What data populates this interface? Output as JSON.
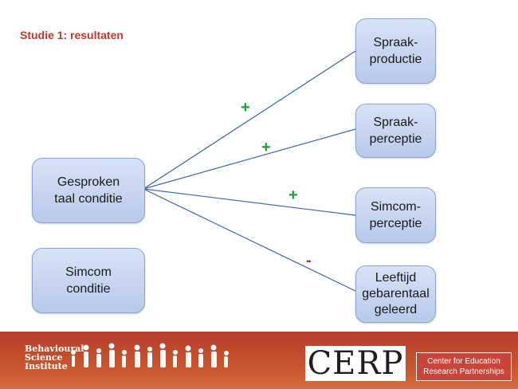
{
  "title": "Studie 1: resultaten",
  "source_nodes": [
    {
      "id": "gesproken",
      "label": "Gesproken\ntaal conditie"
    },
    {
      "id": "simcom",
      "label": "Simcom\nconditie"
    }
  ],
  "outcome_nodes": [
    {
      "id": "spraakproductie",
      "label": "Spraak-\nproductie"
    },
    {
      "id": "spraakperceptie",
      "label": "Spraak-\nperceptie"
    },
    {
      "id": "simcomperceptie",
      "label": "Simcom-\nperceptie"
    },
    {
      "id": "leeftijd",
      "label": "Leeftijd\ngebarentaal\ngeleerd"
    }
  ],
  "effects": [
    {
      "from": "gesproken",
      "to": "spraakproductie",
      "sign": "+"
    },
    {
      "from": "gesproken",
      "to": "spraakperceptie",
      "sign": "+"
    },
    {
      "from": "gesproken",
      "to": "simcomperceptie",
      "sign": "+"
    },
    {
      "from": "gesproken",
      "to": "leeftijd",
      "sign": "-"
    }
  ],
  "colors": {
    "title": "#c0392b",
    "positive": "#1f9e3a",
    "negative": "#d0242b",
    "line": "#3f66a8"
  },
  "footer": {
    "bsi_logo_text": "Behavioural\nScience\nInstitute",
    "cerp_logo": "CERP",
    "cerp_tagline": "Center for Education\nResearch Partnerships"
  }
}
